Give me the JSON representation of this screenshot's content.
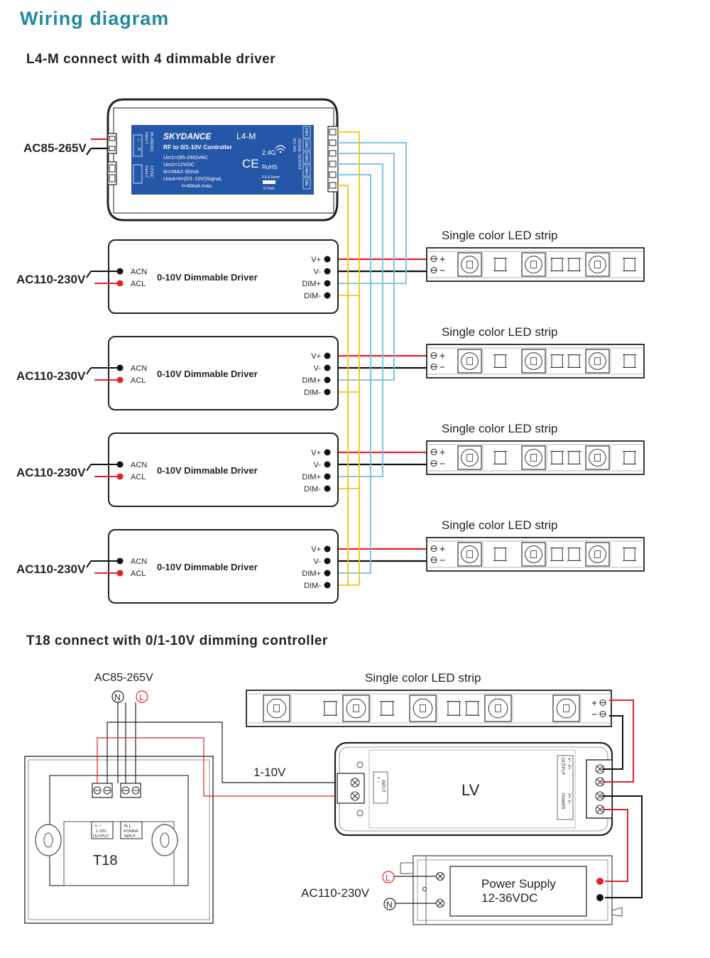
{
  "page": {
    "title": "Wiring diagram",
    "section1_title": "L4-M connect with 4 dimmable driver",
    "section2_title": "T18 connect with 0/1-10V dimming controller"
  },
  "colors": {
    "title": "#1f8aa0",
    "red_wire": "#e0242a",
    "black_wire": "#111111",
    "yellow_wire": "#f2c417",
    "blue_wire": "#72bde6",
    "controller_label": "#2557a8",
    "device_outline": "#333333"
  },
  "controller": {
    "input_label": "AC85-265V",
    "brand": "SKYDANCE",
    "model": "L4-M",
    "subtitle": "RF to 0/1-10V Controller",
    "spec_lines": [
      "Uin1=(85-265)VAC",
      "Uin2=12VDC",
      "Iin=MAX 60mA",
      "Uout=4×(0/1-10V)Signal,",
      "I=40mA max."
    ],
    "rf_label": "2.4G",
    "ce_mark": "CE",
    "rohs": "RoHS",
    "wire_size": "0.5-2.5mm²",
    "strip_length": "6-7mm",
    "input1_label": "Input 1",
    "input1_voltage": "85-265VAC",
    "input2_label": "Input 2",
    "input2_voltage": "12VDC",
    "output_label": "SIGNAL OUTPUT",
    "output_voltage": "0/1-10V",
    "output_pins": [
      "DIM1",
      "DIM2",
      "DIM3",
      "DIM4",
      "DIM-"
    ],
    "terminals_L_N": [
      "L",
      "N"
    ],
    "terminals_dc": [
      "12VDC"
    ],
    "icon": "wifi-icon"
  },
  "drivers": [
    {
      "input_label": "AC110-230V",
      "acn": "ACN",
      "acl": "ACL",
      "name": "0-10V Dimmable Driver",
      "pins": [
        "V+",
        "V-",
        "DIM+",
        "DIM-"
      ],
      "strip_label": "Single color LED strip",
      "plus": "+",
      "minus": "−"
    },
    {
      "input_label": "AC110-230V",
      "acn": "ACN",
      "acl": "ACL",
      "name": "0-10V Dimmable Driver",
      "pins": [
        "V+",
        "V-",
        "DIM+",
        "DIM-"
      ],
      "strip_label": "Single color LED strip",
      "plus": "+",
      "minus": "−"
    },
    {
      "input_label": "AC110-230V",
      "acn": "ACN",
      "acl": "ACL",
      "name": "0-10V Dimmable Driver",
      "pins": [
        "V+",
        "V-",
        "DIM+",
        "DIM-"
      ],
      "strip_label": "Single color LED strip",
      "plus": "+",
      "minus": "−"
    },
    {
      "input_label": "AC110-230V",
      "acn": "ACN",
      "acl": "ACL",
      "name": "0-10V Dimmable Driver",
      "pins": [
        "V+",
        "V-",
        "DIM+",
        "DIM-"
      ],
      "strip_label": "Single color LED strip",
      "plus": "+",
      "minus": "−"
    }
  ],
  "t18": {
    "ac_label": "AC85-265V",
    "n": "N",
    "l": "L",
    "name": "T18",
    "output_label": "1-10V\nOUTPUT",
    "output_top": "+  −",
    "power_label": "POWER\nINPUT",
    "power_top": "N  L",
    "link_label": "1-10V",
    "strip_label": "Single color LED strip",
    "strip_plus": "+",
    "strip_minus": "−",
    "lv_label": "LV",
    "lv_input": "INPUT",
    "lv_input_pins": "+   −",
    "lv_output": "OUTPUT",
    "lv_output_pins": "V−  V+",
    "lv_power": "POWER",
    "lv_power_pins": "V+  V−",
    "ps_ac_label": "AC110-230V",
    "ps_l": "L",
    "ps_n": "N",
    "ps_title": "Power Supply",
    "ps_voltage": "12-36VDC"
  }
}
